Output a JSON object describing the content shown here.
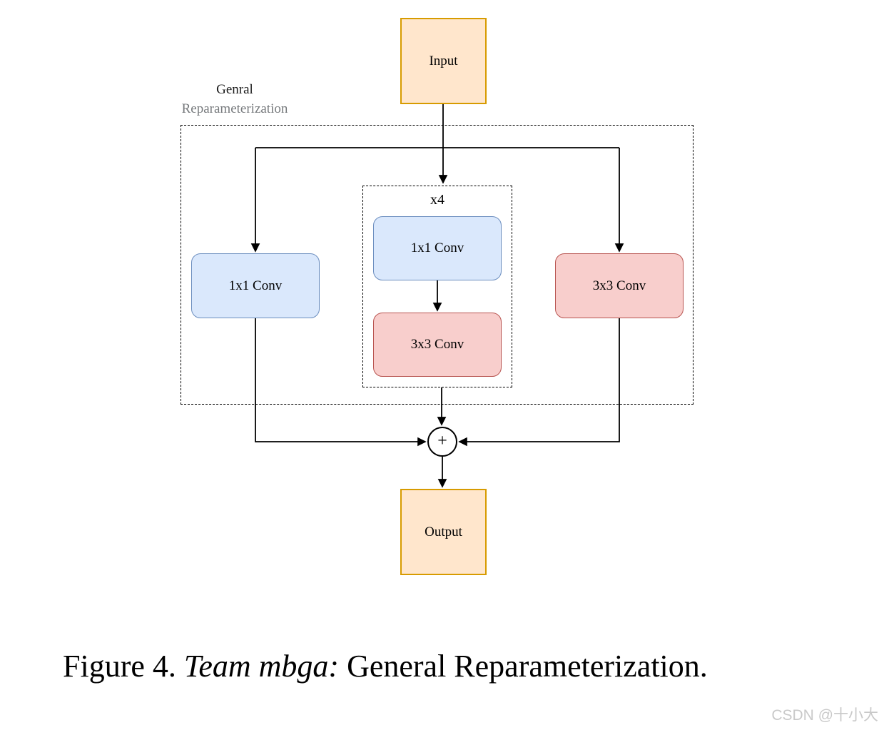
{
  "diagram": {
    "group_label": {
      "line1": "Genral",
      "line2": "Reparameterization"
    },
    "nodes": {
      "input": {
        "label": "Input"
      },
      "left_conv": {
        "label": "1x1 Conv"
      },
      "right_conv": {
        "label": "3x3 Conv"
      },
      "repeat_group": {
        "label": "x4",
        "conv1": {
          "label": "1x1 Conv"
        },
        "conv2": {
          "label": "3x3 Conv"
        }
      },
      "add": {
        "label": "+"
      },
      "output": {
        "label": "Output"
      }
    },
    "colors": {
      "io_fill": "#ffe6cc",
      "io_stroke": "#d79b00",
      "blue_fill": "#dae8fc",
      "blue_stroke": "#6c8ebf",
      "red_fill": "#f8cecc",
      "red_stroke": "#b85450",
      "connector": "#000000",
      "group_label_gray": "#76797c"
    }
  },
  "caption": {
    "figure": "Figure 4. ",
    "team": "Team mbga:",
    "title": " General Reparameterization."
  },
  "watermark": {
    "text": "CSDN @十小大"
  }
}
